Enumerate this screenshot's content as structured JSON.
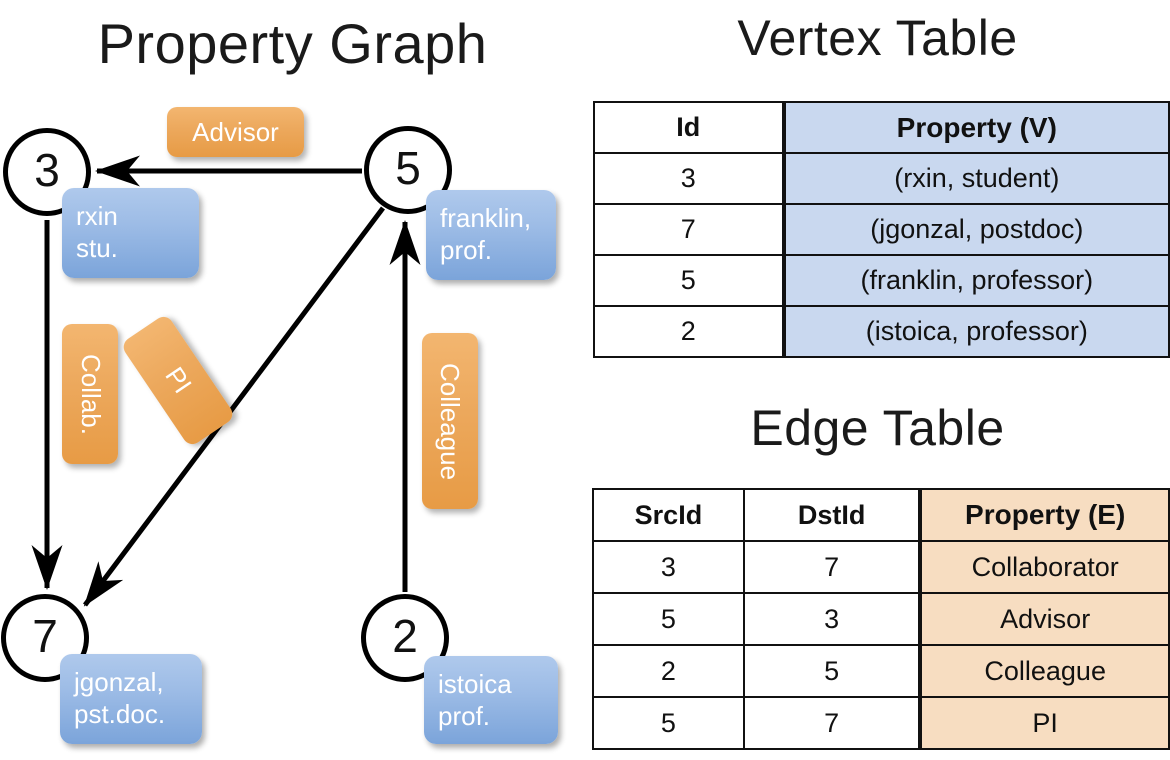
{
  "titles": {
    "property_graph": "Property Graph",
    "vertex_table": "Vertex Table",
    "edge_table": "Edge Table"
  },
  "graph": {
    "nodes": [
      {
        "id": "3",
        "property_label": "rxin\nstu."
      },
      {
        "id": "5",
        "property_label": "franklin,\nprof."
      },
      {
        "id": "7",
        "property_label": "jgonzal,\npst.doc."
      },
      {
        "id": "2",
        "property_label": "istoica\nprof."
      }
    ],
    "node_labels": {
      "n3": "3",
      "n5": "5",
      "n7": "7",
      "n2": "2"
    },
    "vertex_boxes": {
      "rxin_line1": "rxin",
      "rxin_line2": "stu.",
      "franklin_line1": "franklin,",
      "franklin_line2": "prof.",
      "jgonzal_line1": "jgonzal,",
      "jgonzal_line2": "pst.doc.",
      "istoica_line1": "istoica",
      "istoica_line2": "prof."
    },
    "edge_labels": {
      "advisor": "Advisor",
      "collab": "Collab.",
      "pi": "PI",
      "colleague": "Colleague"
    },
    "edges": [
      {
        "from": "5",
        "to": "3",
        "label": "Advisor"
      },
      {
        "from": "3",
        "to": "7",
        "label": "Collab."
      },
      {
        "from": "5",
        "to": "7",
        "label": "PI"
      },
      {
        "from": "2",
        "to": "5",
        "label": "Colleague"
      }
    ]
  },
  "vertex_table": {
    "headers": [
      "Id",
      "Property (V)"
    ],
    "rows": [
      [
        "3",
        "(rxin, student)"
      ],
      [
        "7",
        "(jgonzal, postdoc)"
      ],
      [
        "5",
        "(franklin, professor)"
      ],
      [
        "2",
        "(istoica, professor)"
      ]
    ]
  },
  "edge_table": {
    "headers": [
      "SrcId",
      "DstId",
      "Property (E)"
    ],
    "rows": [
      [
        "3",
        "7",
        "Collaborator"
      ],
      [
        "5",
        "3",
        "Advisor"
      ],
      [
        "2",
        "5",
        "Colleague"
      ],
      [
        "5",
        "7",
        "PI"
      ]
    ]
  },
  "colors": {
    "vertex_property_fill": "#c9d8ef",
    "edge_property_fill": "#f7ddc1",
    "node_box_blue": "#9dbce6",
    "edge_label_orange": "#eca85c",
    "stroke": "#000000"
  }
}
